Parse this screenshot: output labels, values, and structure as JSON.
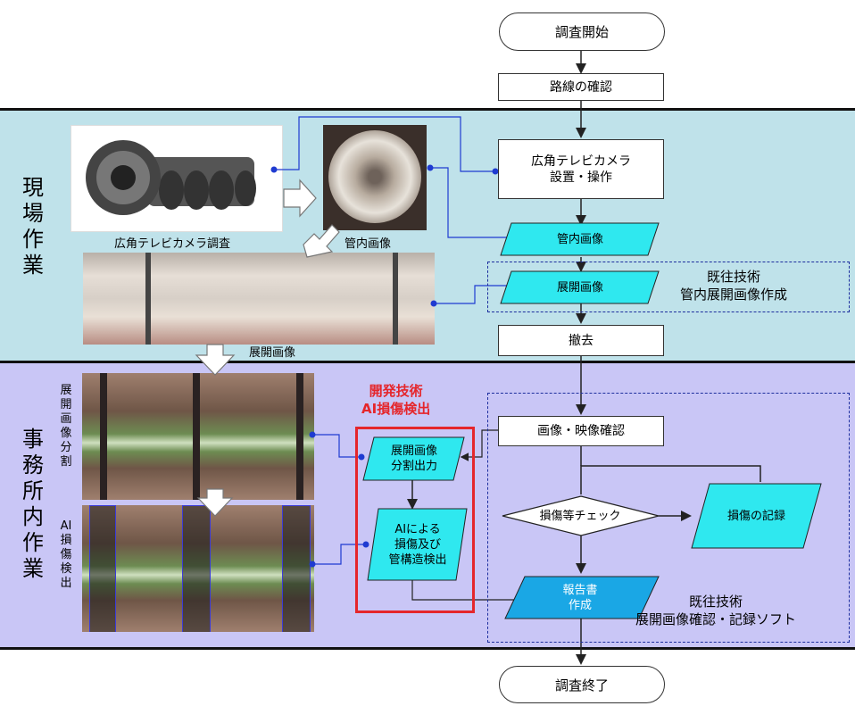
{
  "bands": {
    "field": [
      "現",
      "場",
      "作",
      "業"
    ],
    "office": [
      "事",
      "務",
      "所",
      "内",
      "作",
      "業"
    ]
  },
  "flow": {
    "start": "調査開始",
    "route_check": "路線の確認",
    "camera_setup": "広角テレビカメラ\n設置・操作",
    "pipe_image": "管内画像",
    "unfold_image": "展開画像",
    "removal": "撤去",
    "image_check": "画像・映像確認",
    "damage_check": "損傷等チェック",
    "damage_record": "損傷の記録",
    "report": "報告書\n作成",
    "end": "調査終了"
  },
  "ai_flow": {
    "split_output": "展開画像\n分割出力",
    "ai_detect": "AIによる\n損傷及び\n管構造検出"
  },
  "notes": {
    "existing1": "既往技術\n管内展開画像作成",
    "dev_tech": "開発技術\nAI損傷検出",
    "existing2": "既往技術\n展開画像確認・記録ソフト"
  },
  "captions": {
    "camera_survey": "広角テレビカメラ調査",
    "pipe_image": "管内画像",
    "unfold_image": "展開画像",
    "split": "展開画像分割",
    "ai_detect": "AI損傷検出"
  },
  "colors": {
    "field_band": "#bfe2ea",
    "office_band": "#c9c6f6",
    "cyan_shape": "#2fe8ef",
    "report_shape": "#1aa7e5",
    "accent_red": "#e5262b",
    "connector_blue": "#1f3bd1"
  }
}
